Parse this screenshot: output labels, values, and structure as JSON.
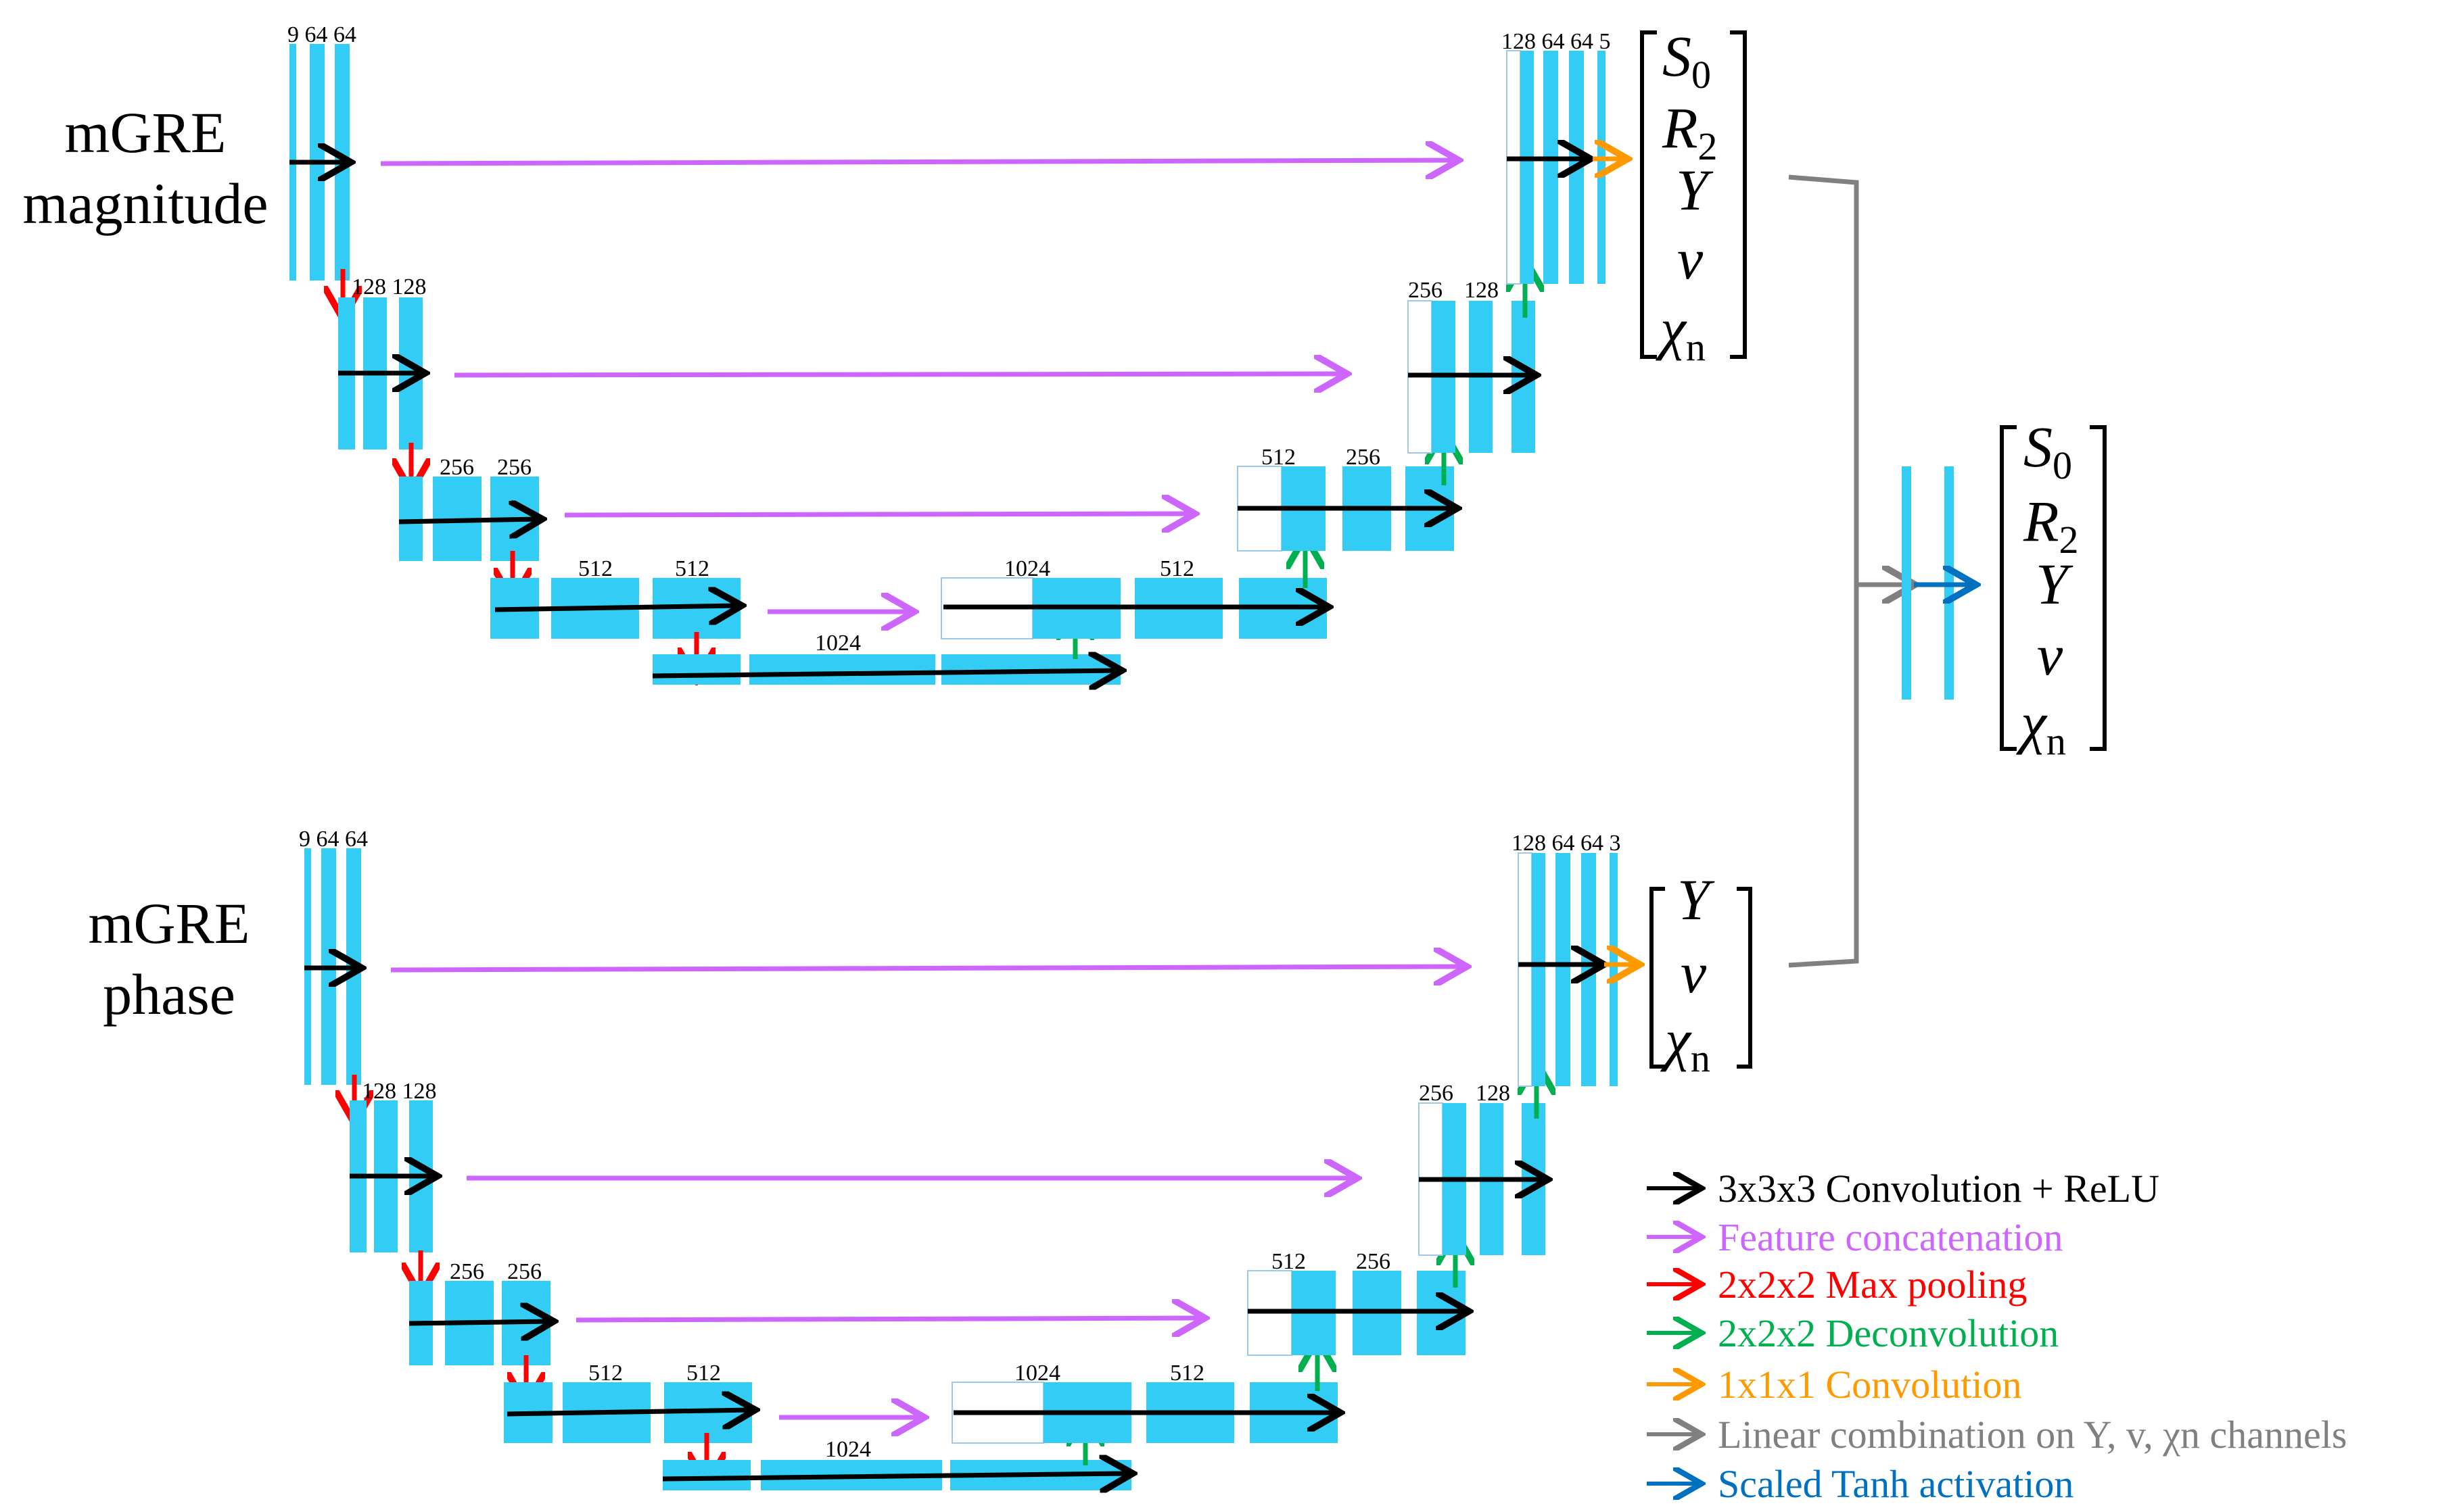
{
  "colors": {
    "block": "#33ccf5",
    "conv": "#000000",
    "concat": "#cc66ff",
    "pool": "#ff0000",
    "deconv": "#00b050",
    "conv1": "#ff9900",
    "linear": "#808080",
    "tanh": "#0070c0"
  },
  "top": {
    "input_label_line1": "mGRE",
    "input_label_line2": "magnitude",
    "l1_left": "9 64 64",
    "l2_left": "128 128",
    "l3_left_a": "256",
    "l3_left_b": "256",
    "l4_left_a": "512",
    "l4_left_b": "512",
    "bottom_label": "1024",
    "l4_right_a": "1024",
    "l4_right_b": "512",
    "l3_right_a": "512",
    "l3_right_b": "256",
    "l2_right_a": "256",
    "l2_right_b": "128",
    "l1_right": "128 64 64 5",
    "output": [
      "S",
      "0",
      "R",
      "2",
      "Y",
      "v",
      "χ",
      "n"
    ]
  },
  "bottom": {
    "input_label_line1": "mGRE",
    "input_label_line2": "phase",
    "l1_left": "9 64 64",
    "l2_left": "128 128",
    "l3_left_a": "256",
    "l3_left_b": "256",
    "l4_left_a": "512",
    "l4_left_b": "512",
    "bottom_label": "1024",
    "l4_right_a": "1024",
    "l4_right_b": "512",
    "l3_right_a": "512",
    "l3_right_b": "256",
    "l2_right_a": "256",
    "l2_right_b": "128",
    "l1_right": "128 64 64 3",
    "output": [
      "Y",
      "v",
      "χ",
      "n"
    ]
  },
  "final_output": [
    "S",
    "0",
    "R",
    "2",
    "Y",
    "v",
    "χ",
    "n"
  ],
  "legend": [
    {
      "text": "3x3x3 Convolution + ReLU",
      "color": "#000000",
      "icon": "conv-arrow-icon"
    },
    {
      "text": "Feature concatenation",
      "color": "#cc66ff",
      "icon": "concat-arrow-icon"
    },
    {
      "text": "2x2x2 Max pooling",
      "color": "#ff0000",
      "icon": "pool-arrow-icon"
    },
    {
      "text": "2x2x2 Deconvolution",
      "color": "#00b050",
      "icon": "deconv-arrow-icon"
    },
    {
      "text": "1x1x1 Convolution",
      "color": "#ff9900",
      "icon": "conv1-arrow-icon"
    },
    {
      "text": "Linear combination on Y, v, χn channels",
      "color": "#808080",
      "icon": "linear-arrow-icon"
    },
    {
      "text": "Scaled Tanh activation",
      "color": "#0070c0",
      "icon": "tanh-arrow-icon"
    }
  ]
}
